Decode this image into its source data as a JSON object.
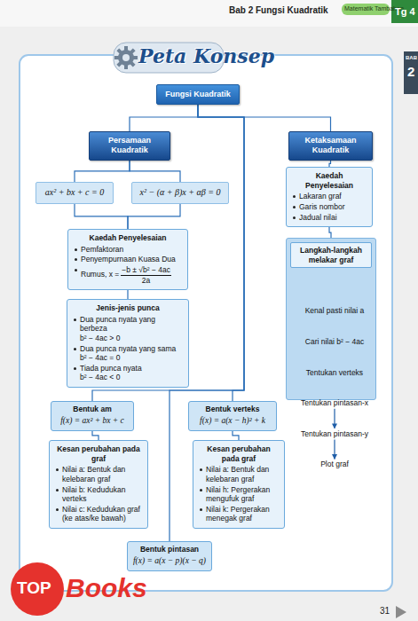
{
  "diagram": {
    "title": "Peta Konsep",
    "nodes": [
      {
        "text": [
          "Fungsi Kuadratik"
        ]
      },
      {
        "text": [
          "Persamaan Kuadratik"
        ]
      },
      {
        "text": [
          "Ketaksamaan Kuadratik"
        ]
      },
      {
        "text": [
          "ax² + bx + c = 0"
        ]
      },
      {
        "text": [
          "x² − (α + β)x + αβ = 0"
        ]
      },
      {
        "text": [
          "Kaedah Penyelesaian",
          "Lakaran graf",
          "Garis nombor",
          "Jadual nilai"
        ]
      },
      {
        "text": [
          "Kaedah Penyelesaian",
          "Pemfaktoran",
          "Penyempurnaan Kuasa Dua",
          "Rumus, x =",
          "−b ± √b² − 4ac",
          "2a"
        ]
      },
      {
        "text": [
          "Langkah-langkah melakar graf"
        ]
      },
      {
        "text": [
          "Kenal pasti nilai a"
        ],
        "in": 7
      },
      {
        "text": [
          "Cari nilai b² − 4ac"
        ],
        "in": 7
      },
      {
        "text": [
          "Tentukan verteks"
        ],
        "in": 7
      },
      {
        "text": [
          "Tentukan pintasan-x"
        ],
        "in": 7
      },
      {
        "text": [
          "Tentukan pintasan-y"
        ],
        "in": 7
      },
      {
        "text": [
          "Plot graf"
        ],
        "in": 7
      },
      {
        "text": [
          "Jenis-jenis punca",
          "Dua punca nyata yang berbeza",
          "b² − 4ac > 0",
          "Dua punca nyata yang sama",
          "b² − 4ac = 0",
          "Tiada punca nyata",
          "b² − 4ac < 0"
        ]
      },
      {
        "text": [
          "Bentuk am",
          "f(x) = ax² + bx + c"
        ]
      },
      {
        "text": [
          "Bentuk verteks",
          "f(x) = a(x − h)² + k"
        ]
      },
      {
        "text": [
          "Kesan perubahan pada graf",
          "Nilai a: Bentuk dan kelebaran graf",
          "Nilai b: Kedudukan verteks",
          "Nilai c: Kedudukan graf (ke atas/ke bawah)"
        ]
      },
      {
        "text": [
          "Kesan perubahan pada graf",
          "Nilai a: Bentuk dan kelebaran graf",
          "Nilai h: Pergerakan mengufuk graf",
          "Nilai k: Pergerakan menegak graf"
        ]
      },
      {
        "text": [
          "Bentuk pintasan",
          "f(x) = a(x − p)(x − q)"
        ]
      }
    ],
    "edges": [
      {
        "from": 0,
        "to": 1,
        "arrow": "none"
      },
      {
        "from": 0,
        "to": 2,
        "arrow": "none"
      },
      {
        "from": 0,
        "to": 15,
        "arrow": "none"
      },
      {
        "from": 0,
        "to": 16,
        "arrow": "none"
      },
      {
        "from": 0,
        "to": 19,
        "arrow": "none"
      },
      {
        "from": 1,
        "to": 3,
        "arrow": "none"
      },
      {
        "from": 1,
        "to": 4,
        "arrow": "none"
      },
      {
        "from": 3,
        "to": 6,
        "arrow": "none"
      },
      {
        "from": 4,
        "to": 6,
        "arrow": "none"
      },
      {
        "from": 6,
        "to": 14,
        "arrow": "none"
      },
      {
        "from": 2,
        "to": 5,
        "arrow": "none"
      },
      {
        "from": 5,
        "to": 7,
        "arrow": "none"
      },
      {
        "from": 8,
        "to": 9,
        "arrow": "to"
      },
      {
        "from": 9,
        "to": 10,
        "arrow": "to"
      },
      {
        "from": 10,
        "to": 11,
        "arrow": "to"
      },
      {
        "from": 11,
        "to": 12,
        "arrow": "to"
      },
      {
        "from": 12,
        "to": 13,
        "arrow": "to"
      },
      {
        "from": 15,
        "to": 17,
        "arrow": "none"
      },
      {
        "from": 16,
        "to": 18,
        "arrow": "none"
      }
    ],
    "labels": [
      "Bab 2 Fungsi Kuadratik",
      "Matematik Tambahan",
      "Tg 4",
      "BAB",
      "2",
      "31",
      "TOP",
      "Books"
    ]
  }
}
